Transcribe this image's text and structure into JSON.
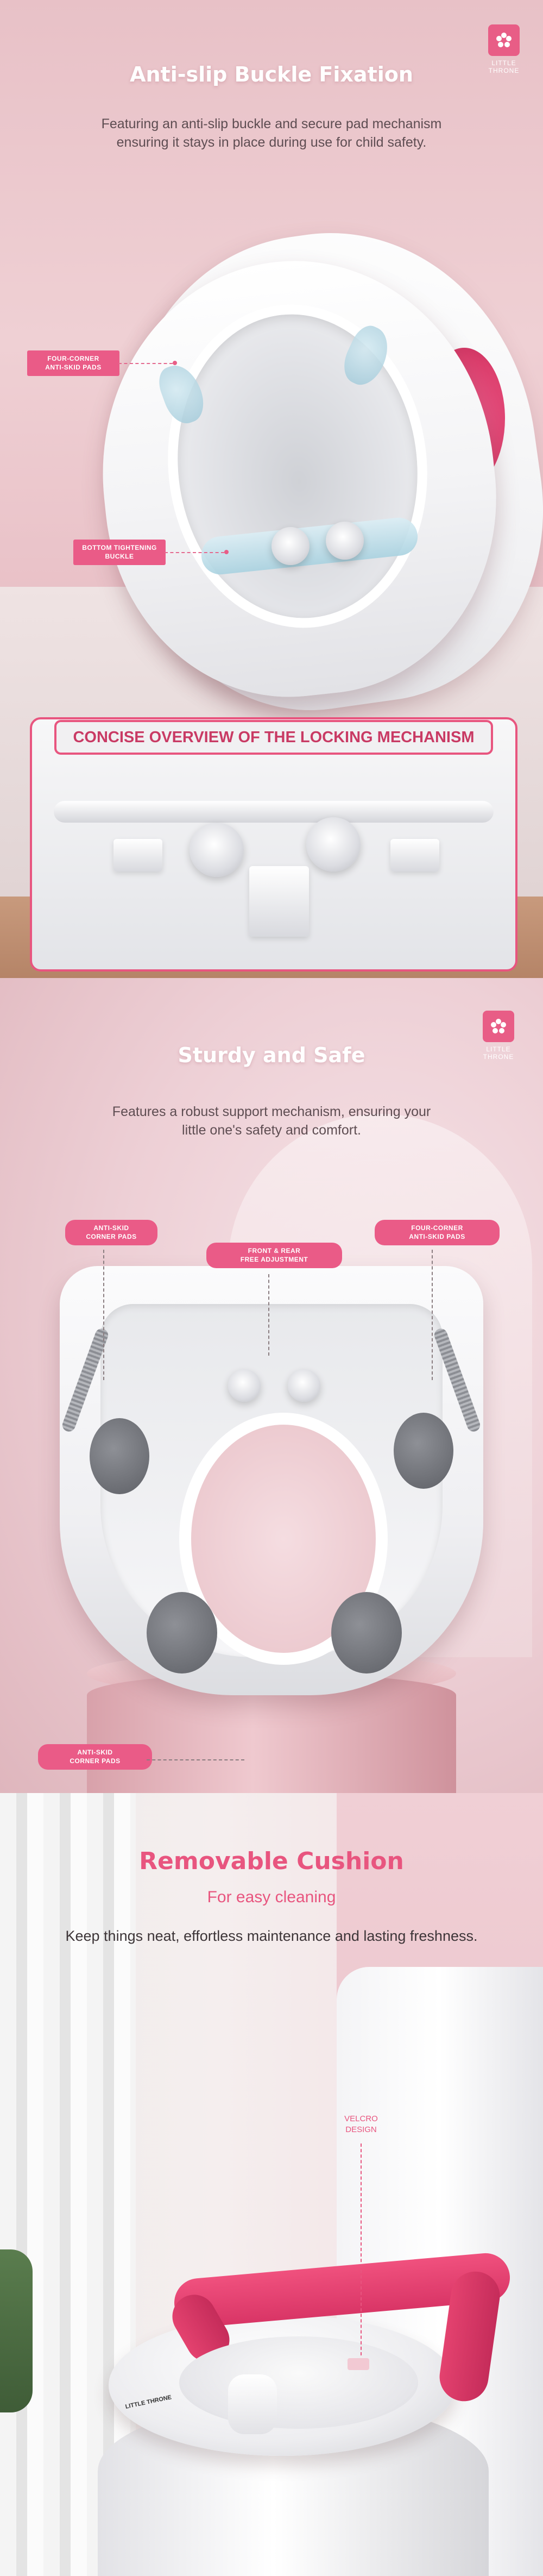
{
  "colors": {
    "accent": "#e85d86",
    "accent_dark": "#c93a64",
    "title_pink": "#e8557f",
    "text_grey": "#5e4d52"
  },
  "section1": {
    "title": "Anti-slip Buckle Fixation",
    "subtitle_line1": "Featuring an anti-slip buckle and secure pad mechanism",
    "subtitle_line2": "ensuring it stays in place during use for child safety.",
    "logo": {
      "line1": "LITTLE",
      "line2": "THRONE"
    },
    "callouts": {
      "pads_line1": "FOUR-CORNER",
      "pads_line2": "ANTI-SKID PADS",
      "buckle_line1": "BOTTOM TIGHTENING",
      "buckle_line2": "BUCKLE"
    },
    "overview_label": "CONCISE OVERVIEW OF THE LOCKING MECHANISM"
  },
  "section2": {
    "title": "Sturdy and Safe",
    "subtitle_line1": "Features a robust support mechanism, ensuring your",
    "subtitle_line2": "little one's safety and comfort.",
    "logo": {
      "line1": "LITTLE",
      "line2": "THRONE"
    },
    "callouts": {
      "left_top_line1": "ANTI-SKID",
      "left_top_line2": "CORNER PADS",
      "center_line1": "FRONT & REAR",
      "center_line2": "FREE ADJUSTMENT",
      "right_top_line1": "FOUR-CORNER",
      "right_top_line2": "ANTI-SKID PADS",
      "bottom_line1": "ANTI-SKID",
      "bottom_line2": "CORNER PADS"
    }
  },
  "section3": {
    "title": "Removable Cushion",
    "tagline": "For easy cleaning",
    "subtitle": "Keep things neat, effortless maintenance and lasting freshness.",
    "velcro_line1": "VELCRO",
    "velcro_line2": "DESIGN",
    "brand": "LITTLE THRONE"
  }
}
